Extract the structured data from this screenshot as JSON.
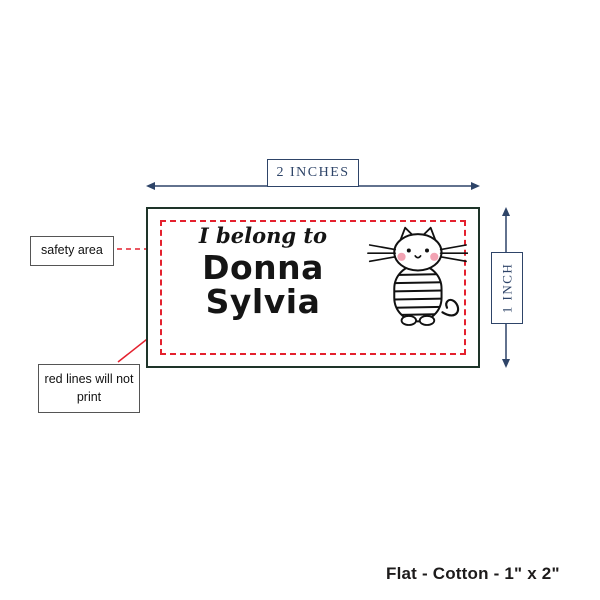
{
  "dimension_labels": {
    "width": "2 INCHES",
    "height": "1 INCH"
  },
  "label": {
    "intro": "I belong to",
    "name_line1": "Donna",
    "name_line2": "Sylvia"
  },
  "callouts": {
    "safety_area": "safety area",
    "red_lines": "red lines will not print"
  },
  "footer": {
    "product_spec": "Flat - Cotton - 1\" x 2\""
  },
  "colors": {
    "dimension_navy": "#2e4468",
    "no_print_red": "#e4212e",
    "label_border_green": "#1e3429",
    "name_text": "#151515",
    "cheek_pink": "#f2a3b3"
  },
  "icons": {
    "cat": "cat-illustration"
  }
}
